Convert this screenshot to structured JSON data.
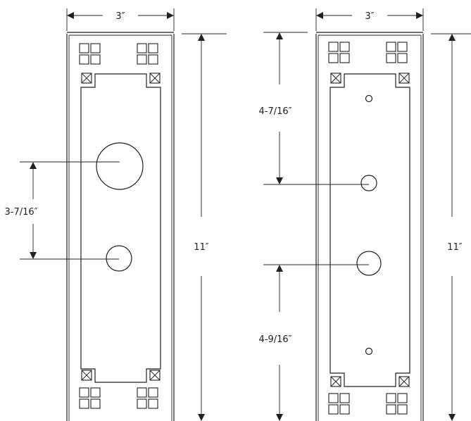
{
  "left_plate": {
    "width_label": "3″",
    "height_label": "11″",
    "spacing_label": "3-7/16″"
  },
  "right_plate": {
    "width_label": "3″",
    "height_label": "11″",
    "upper_spacing_label": "4-7/16″",
    "lower_spacing_label": "4-9/16″"
  },
  "colors": {
    "line": "#231f20",
    "background": "#ffffff"
  }
}
